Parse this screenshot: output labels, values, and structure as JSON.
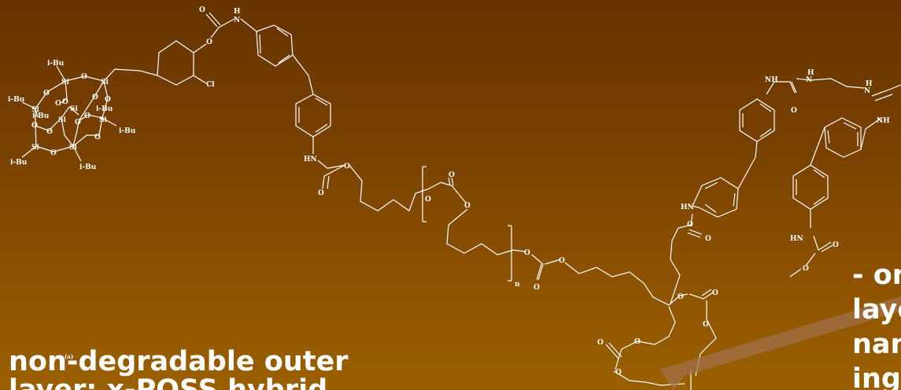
{
  "figure": {
    "labels": {
      "iBu": "i-Bu",
      "Si": "Si",
      "O": "O",
      "Cl": "Cl",
      "H": "H",
      "N": "N",
      "NH": "NH",
      "HN": "HN",
      "n": "n",
      "a": "(a)"
    },
    "colors": {
      "background_top": "#663300",
      "background_bottom": "#9a6000",
      "structure": "#ffffff",
      "arrow": "#a0704a"
    }
  },
  "captions": {
    "left_line1": "non-degradable outer",
    "left_line2": "layer: x-POSS hybrid",
    "right_line1": "- one",
    "right_line2": "layer",
    "right_line3": "nano",
    "right_line4": "ing"
  }
}
